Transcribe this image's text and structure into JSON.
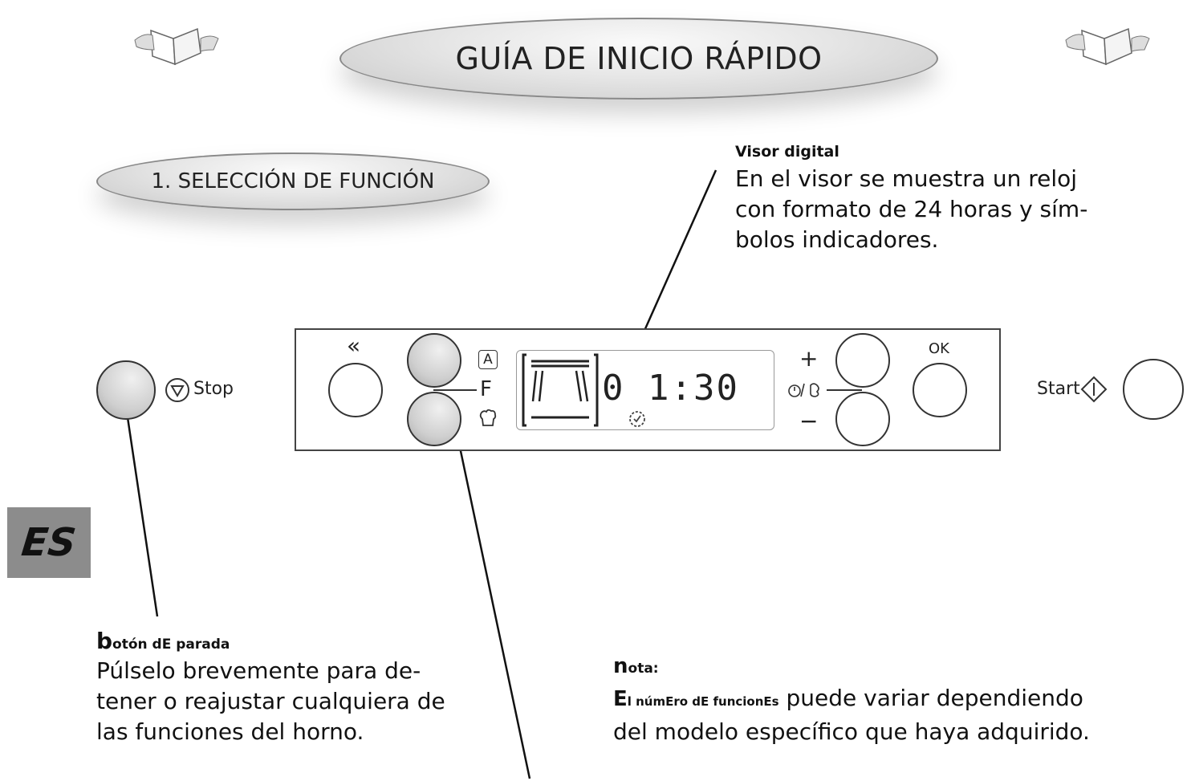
{
  "header": {
    "title": "GUÍA DE INICIO RÁPIDO",
    "section": "1. SELECCIÓN DE FUNCIÓN"
  },
  "language_tab": "ES",
  "panel": {
    "stop_label": "Stop",
    "back_symbol": "«",
    "mode_auto": "A",
    "mode_f": "F",
    "display_time": "0 1:30",
    "plus": "+",
    "minus": "−",
    "ok": "OK",
    "start_label": "Start"
  },
  "callouts": {
    "visor": {
      "title": "Visor digital",
      "body": [
        "En el visor se muestra un reloj",
        "con formato de 24 horas y sím-",
        "bolos indicadores."
      ]
    },
    "boton": {
      "title_big": "b",
      "title_rest": "otón dE parada",
      "body": [
        "Púlselo brevemente para de-",
        "tener o reajustar cualquiera de",
        "las funciones del horno."
      ]
    },
    "nota": {
      "title_big": "n",
      "title_rest": "ota:",
      "lead_big": "E",
      "lead_rest": "l númEro dE funcionEs",
      "body_first": " puede variar dependiendo",
      "body_second": "del modelo específico que haya adquirido."
    }
  }
}
